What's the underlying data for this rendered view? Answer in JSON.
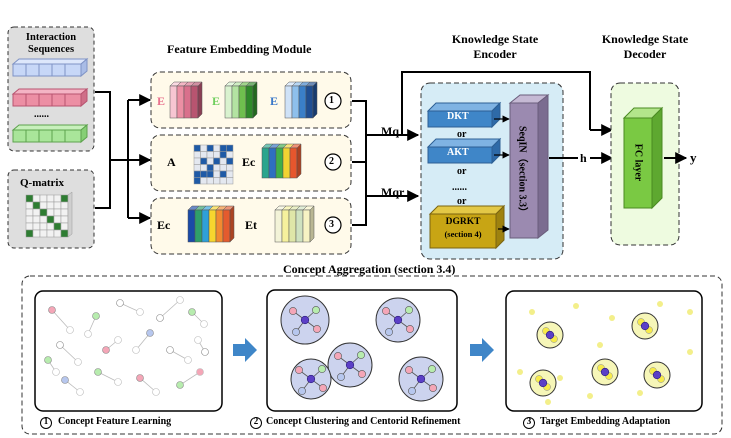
{
  "input": {
    "interaction_title_line1": "Interaction",
    "interaction_title_line2": "Sequences",
    "ellipsis": "......",
    "qmatrix_title": "Q-matrix"
  },
  "embedding": {
    "title": "Feature Embedding Module",
    "row1": {
      "e1": "E",
      "e2": "E",
      "e3": "E",
      "num": "1"
    },
    "row2": {
      "a": "A",
      "ec": "Ec",
      "num": "2"
    },
    "row3": {
      "ec": "Ec",
      "et": "Et",
      "num": "3"
    }
  },
  "signals": {
    "mq": "Mq",
    "mqr": "Mqr",
    "h": "h",
    "y": "y"
  },
  "encoder": {
    "title_line1": "Knowledge State",
    "title_line2": "Encoder",
    "dkt": "DKT",
    "or1": "or",
    "akt": "AKT",
    "or2": "or",
    "dots": "......",
    "or3": "or",
    "dgrkt_line1": "DGRKT",
    "dgrkt_line2": "(section 4)",
    "seqin_label": "SeqIN（section 3.3）"
  },
  "decoder": {
    "title_line1": "Knowledge State",
    "title_line2": "Decoder",
    "fc_label": "FC layer"
  },
  "aggregation": {
    "title": "Concept Aggregation (section 3.4)",
    "step1": {
      "num": "1",
      "label": "Concept Feature Learning"
    },
    "step2": {
      "num": "2",
      "label": "Concept Clustering and Centorid Refinement"
    },
    "step3": {
      "num": "3",
      "label": "Target Embedding Adaptation"
    }
  },
  "colors": {
    "blue": "#3f86c8",
    "purple": "#9b8ab0",
    "green_fc": "#7ac943",
    "gold": "#c8a514",
    "encoder_bg": "#d6ecf6",
    "decoder_bg": "#eefbe0"
  }
}
